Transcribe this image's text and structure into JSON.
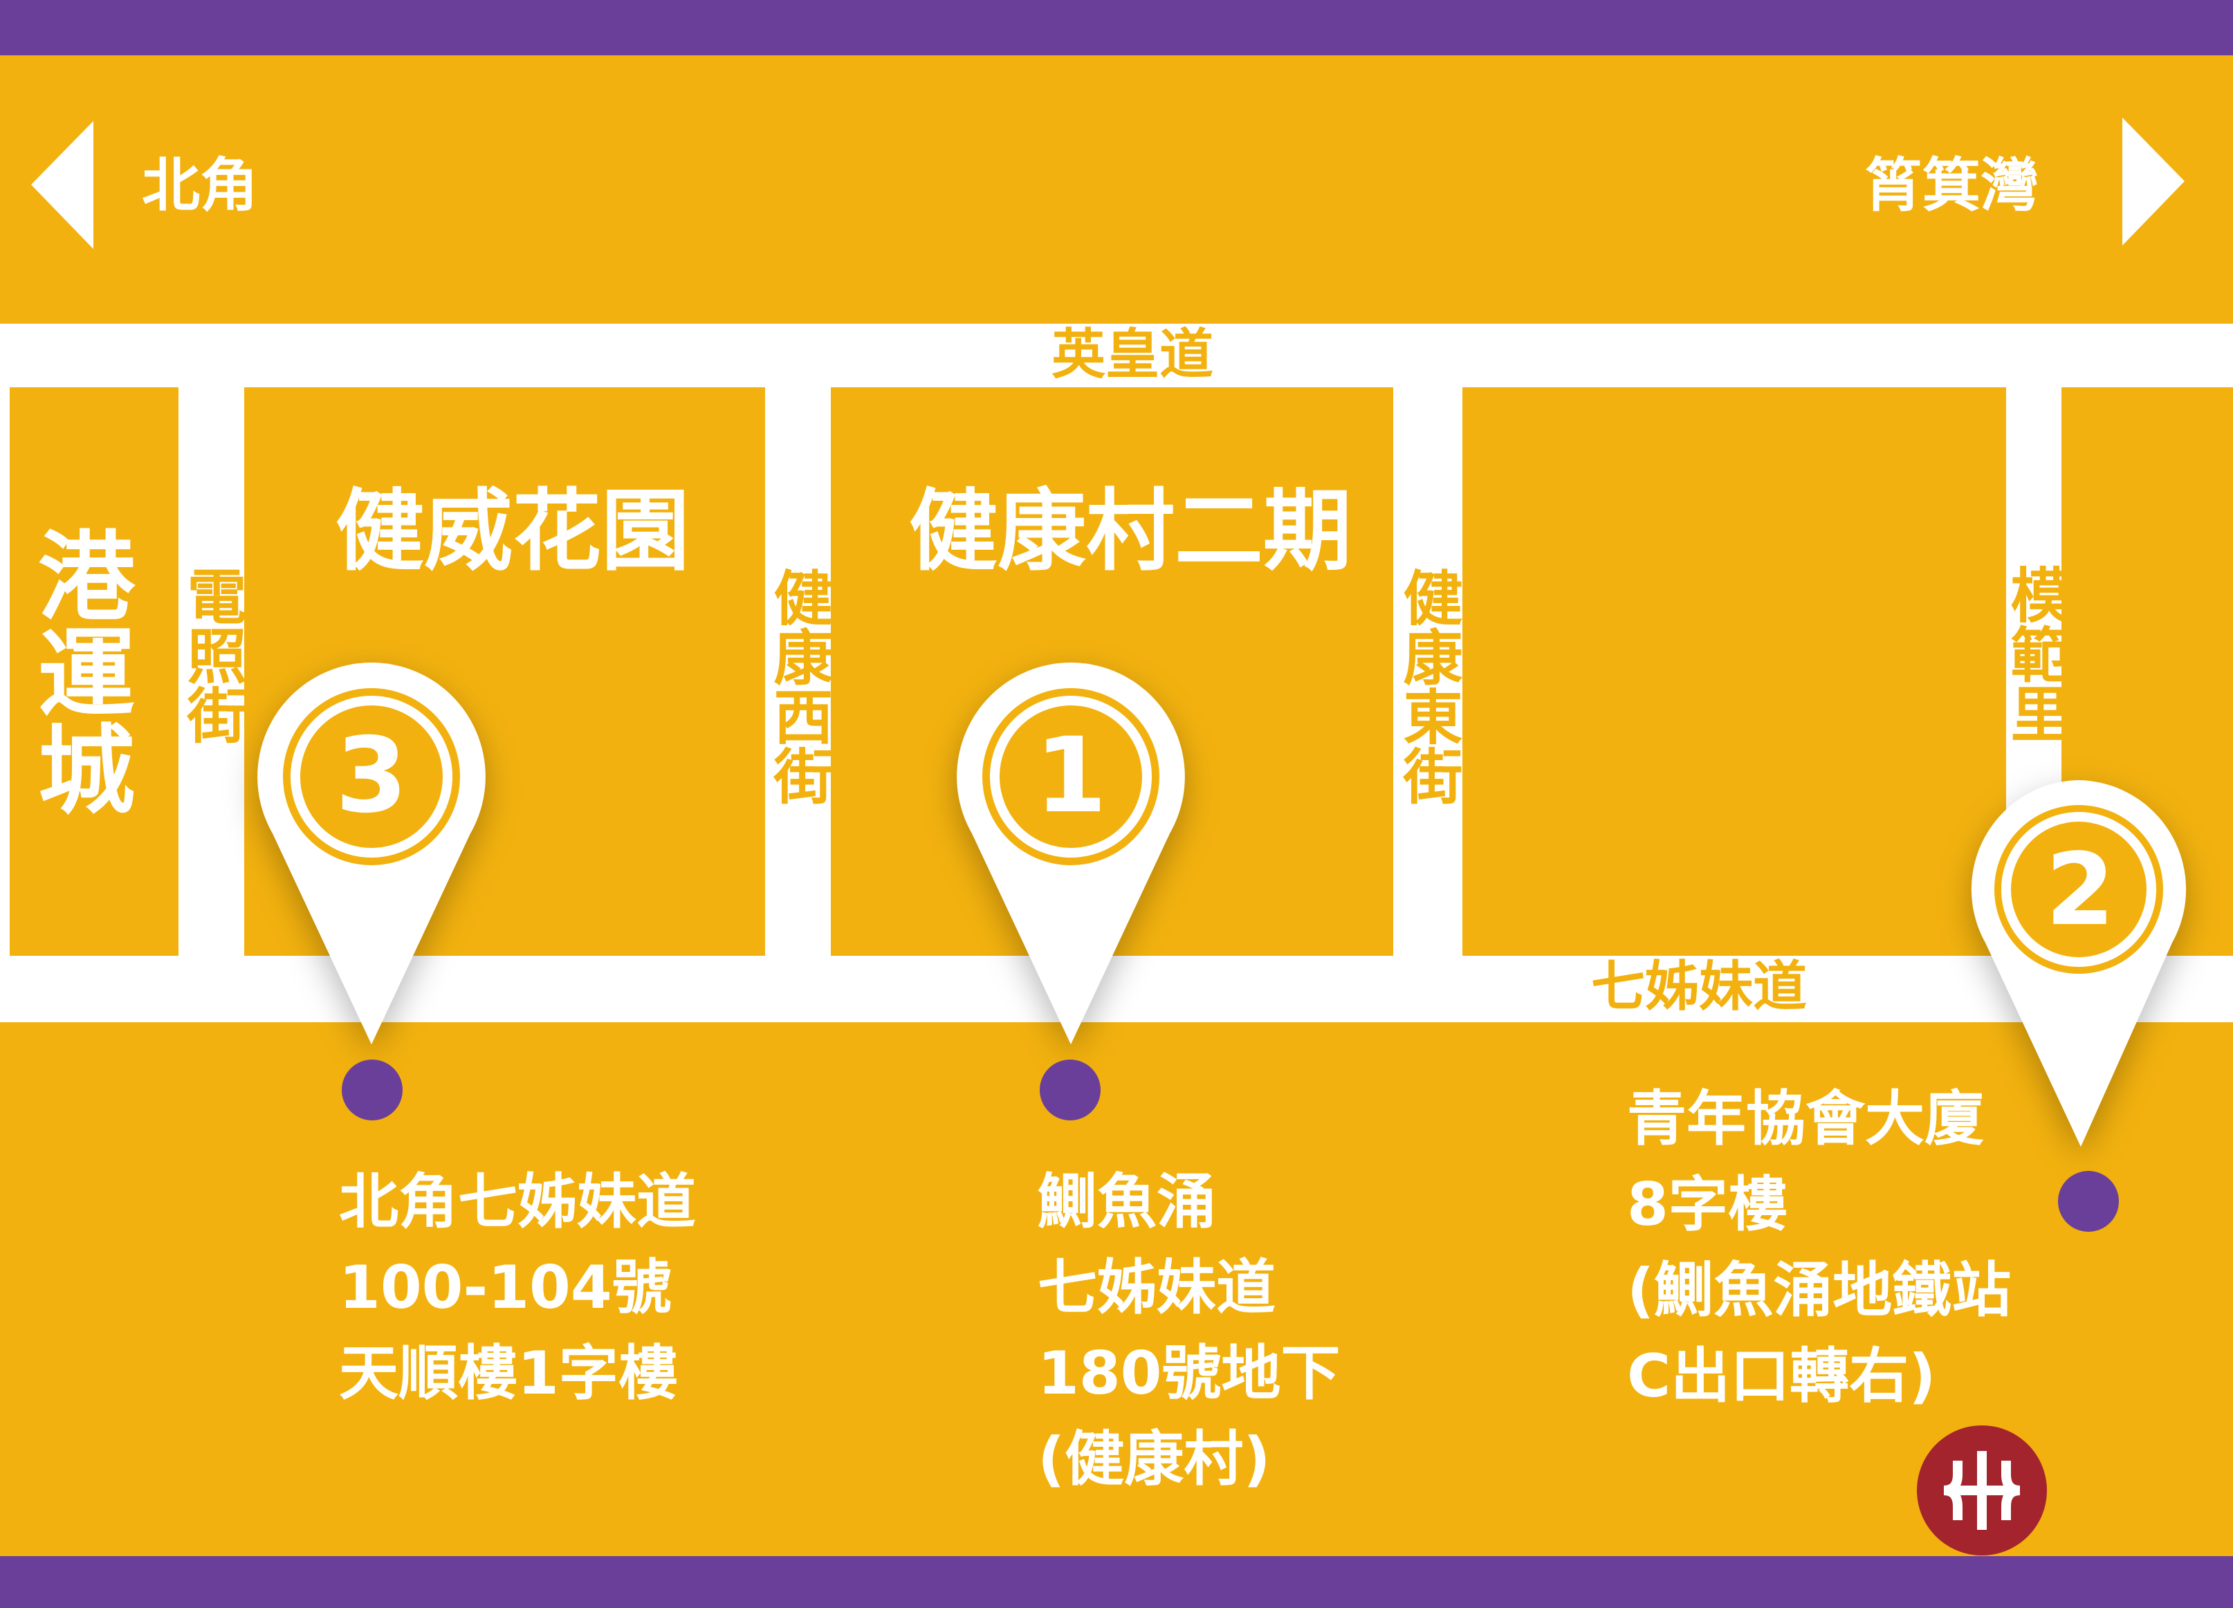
{
  "directions": {
    "left": {
      "label": "北角",
      "icon": "left-arrow-icon"
    },
    "right": {
      "label": "筲箕灣",
      "icon": "right-arrow-icon"
    }
  },
  "streets": {
    "horizontal_top": "英皇道",
    "horizontal_bottom": "七姊妹道",
    "vertical": [
      "電照街",
      "健康西街",
      "健康東街",
      "模範里"
    ]
  },
  "blocks": {
    "far_left": "港運城",
    "block1": "健威花園",
    "block2": "健康村二期"
  },
  "markers": [
    {
      "number": "3",
      "address": [
        "北角七姊妹道",
        "100-104號",
        "天順樓1字樓"
      ]
    },
    {
      "number": "1",
      "address": [
        "鰂魚涌",
        "七姊妹道",
        "180號地下",
        "(健康村)"
      ]
    },
    {
      "number": "2",
      "address": [
        "青年協會大廈",
        "8字樓",
        "(鰂魚涌地鐵站",
        "C出口轉右)"
      ]
    }
  ],
  "colors": {
    "background": "#f2b10e",
    "band": "#6a3f9a",
    "road": "#ffffff",
    "dot": "#6a3f9a",
    "mtr_logo": "#a3242d"
  },
  "mtr_logo_icon": "mtr-logo-icon"
}
